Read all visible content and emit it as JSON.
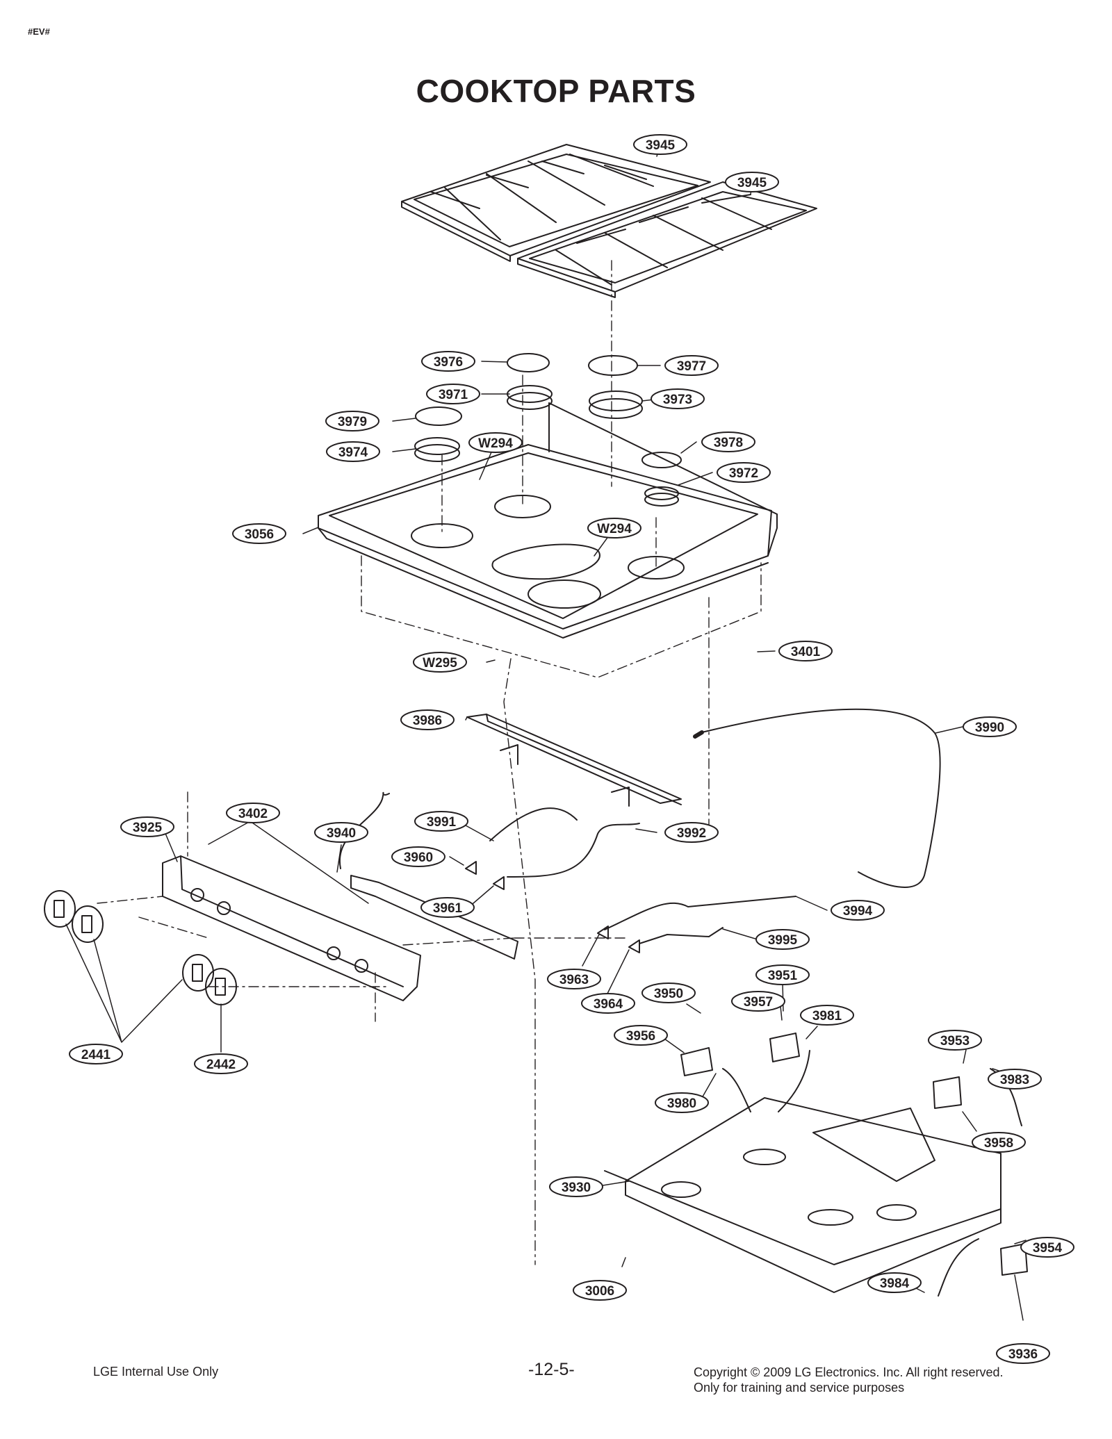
{
  "header": {
    "corner_tag": "#EV#",
    "title": "COOKTOP PARTS"
  },
  "callouts": [
    {
      "id": "grate-a",
      "label": "3945"
    },
    {
      "id": "grate-b",
      "label": "3945"
    },
    {
      "id": "cap-3976",
      "label": "3976"
    },
    {
      "id": "cap-3977",
      "label": "3977"
    },
    {
      "id": "burner-3971",
      "label": "3971"
    },
    {
      "id": "burner-3973",
      "label": "3973"
    },
    {
      "id": "cap-3979",
      "label": "3979"
    },
    {
      "id": "screw-w294-a",
      "label": "W294"
    },
    {
      "id": "burner-3974",
      "label": "3974"
    },
    {
      "id": "cap-3978",
      "label": "3978"
    },
    {
      "id": "burner-3972",
      "label": "3972"
    },
    {
      "id": "cooktop-3056",
      "label": "3056"
    },
    {
      "id": "screw-w294-b",
      "label": "W294"
    },
    {
      "id": "screw-w295",
      "label": "W295"
    },
    {
      "id": "foot-3401",
      "label": "3401"
    },
    {
      "id": "bracket-3986",
      "label": "3986"
    },
    {
      "id": "tube-3990",
      "label": "3990"
    },
    {
      "id": "panel-3925",
      "label": "3925"
    },
    {
      "id": "clip-3402",
      "label": "3402"
    },
    {
      "id": "harness-3940",
      "label": "3940"
    },
    {
      "id": "tube-3991",
      "label": "3991"
    },
    {
      "id": "tube-3992",
      "label": "3992"
    },
    {
      "id": "valve-3960",
      "label": "3960"
    },
    {
      "id": "valve-3961",
      "label": "3961"
    },
    {
      "id": "tube-3994",
      "label": "3994"
    },
    {
      "id": "tube-3995",
      "label": "3995"
    },
    {
      "id": "valve-3963",
      "label": "3963"
    },
    {
      "id": "valve-3964",
      "label": "3964"
    },
    {
      "id": "orifice-3951",
      "label": "3951"
    },
    {
      "id": "orifice-3950",
      "label": "3950"
    },
    {
      "id": "holder-3957",
      "label": "3957"
    },
    {
      "id": "electrode-3981",
      "label": "3981"
    },
    {
      "id": "holder-3956",
      "label": "3956"
    },
    {
      "id": "orifice-3953",
      "label": "3953"
    },
    {
      "id": "electrode-3983",
      "label": "3983"
    },
    {
      "id": "electrode-3980",
      "label": "3980"
    },
    {
      "id": "holder-3958",
      "label": "3958"
    },
    {
      "id": "knob-2441",
      "label": "2441"
    },
    {
      "id": "knob-2442",
      "label": "2442"
    },
    {
      "id": "base-3930",
      "label": "3930"
    },
    {
      "id": "orifice-3954",
      "label": "3954"
    },
    {
      "id": "clip-3006",
      "label": "3006"
    },
    {
      "id": "electrode-3984",
      "label": "3984"
    },
    {
      "id": "holder-3936",
      "label": "3936"
    }
  ],
  "footer": {
    "left": "LGE Internal Use Only",
    "page": "-12-5-",
    "copyright_line1": "Copyright © 2009 LG Electronics. Inc. All right reserved.",
    "copyright_line2": "Only for training and service purposes"
  }
}
